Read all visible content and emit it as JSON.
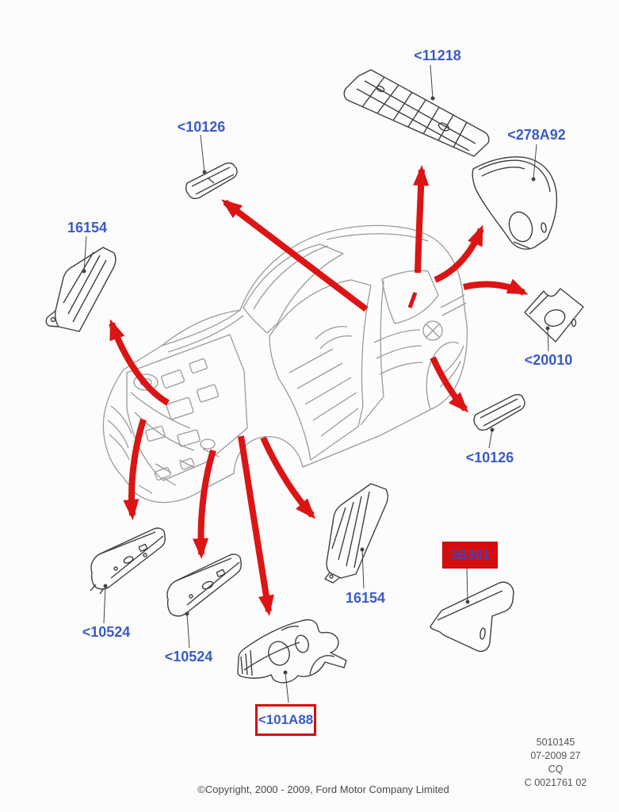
{
  "parts": [
    {
      "label": "<11218",
      "highlight": "none"
    },
    {
      "label": "<10126",
      "highlight": "none"
    },
    {
      "label": "<278A92",
      "highlight": "none"
    },
    {
      "label": "16154",
      "highlight": "none"
    },
    {
      "label": "<20010",
      "highlight": "none"
    },
    {
      "label": "<10126",
      "highlight": "none"
    },
    {
      "label": "<10524",
      "highlight": "none"
    },
    {
      "label": "<10524",
      "highlight": "none"
    },
    {
      "label": "16154",
      "highlight": "none"
    },
    {
      "label": "3B301",
      "highlight": "red-fill"
    },
    {
      "label": "<101A88",
      "highlight": "red-outline"
    }
  ],
  "plate": {
    "line1": "5010145",
    "line2": "07-2009 27",
    "line3": "CQ",
    "line4": "C 0021761 02"
  },
  "footer": {
    "copyright": "©Copyright, 2000 - 2009, Ford Motor Company Limited"
  },
  "colors": {
    "label_blue": "#3A5BC7",
    "arrow_red": "#DC1414",
    "highlight_red": "#D40D0D",
    "car_line": "#9A9A9A",
    "part_line": "#3F3F3F",
    "footer_text": "#4A4A4A"
  }
}
